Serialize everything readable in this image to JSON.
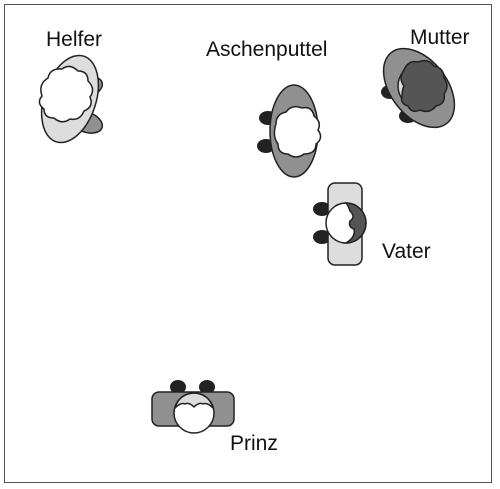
{
  "figures": [
    {
      "id": "helfer",
      "label": "Helfer",
      "hair": "light"
    },
    {
      "id": "aschenputtel",
      "label": "Aschenputtel",
      "hair": "light"
    },
    {
      "id": "mutter",
      "label": "Mutter",
      "hair": "dark"
    },
    {
      "id": "vater",
      "label": "Vater",
      "hair": "dark-partial"
    },
    {
      "id": "prinz",
      "label": "Prinz",
      "hair": "light-partial"
    }
  ],
  "colors": {
    "outline": "#222222",
    "body_light": "#dddddd",
    "body_mid": "#909090",
    "hair_light": "#ffffff",
    "hair_dark": "#555555",
    "shoe": "#222222",
    "frame": "#555555"
  }
}
